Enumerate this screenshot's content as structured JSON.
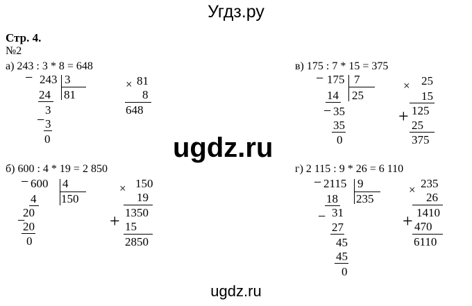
{
  "watermark": {
    "top": "Угдз.ру",
    "middle": "ugdz.ru",
    "bottom": "ugdz.ru"
  },
  "header": {
    "page_ref": "Стр. 4.",
    "exercise": "№2"
  },
  "problems": {
    "a": {
      "label": "а) 243 : 3 * 8 = 648",
      "division": {
        "dividend": "243",
        "divisor": "3",
        "quotient": "81",
        "steps": [
          "24",
          "3",
          "3",
          "0"
        ]
      },
      "multiplication": {
        "a": "81",
        "b": "8",
        "result": "648"
      }
    },
    "b": {
      "label": "б) 600 : 4 * 19 = 2 850",
      "division": {
        "dividend": "600",
        "divisor": "4",
        "quotient": "150",
        "steps": [
          "4",
          "20",
          "20",
          "0"
        ]
      },
      "multiplication": {
        "a": "150",
        "b": "19",
        "partial1": "1350",
        "partial2": "15",
        "result": "2850"
      }
    },
    "v": {
      "label": "в) 175 : 7 * 15 = 375",
      "division": {
        "dividend": "175",
        "divisor": "7",
        "quotient": "25",
        "steps": [
          "14",
          "35",
          "35",
          "0"
        ]
      },
      "multiplication": {
        "a": "25",
        "b": "15",
        "partial1": "125",
        "partial2": "25",
        "result": "375"
      }
    },
    "g": {
      "label": "г) 2 115 : 9 * 26 = 6 110",
      "division": {
        "dividend": "2115",
        "divisor": "9",
        "quotient": "235",
        "steps": [
          "18",
          "31",
          "27",
          "45",
          "45",
          "0"
        ]
      },
      "multiplication": {
        "a": "235",
        "b": "26",
        "partial1": "1410",
        "partial2": "470",
        "result": "6110"
      }
    }
  },
  "symbols": {
    "minus": "−",
    "times": "×",
    "plus": "+"
  }
}
